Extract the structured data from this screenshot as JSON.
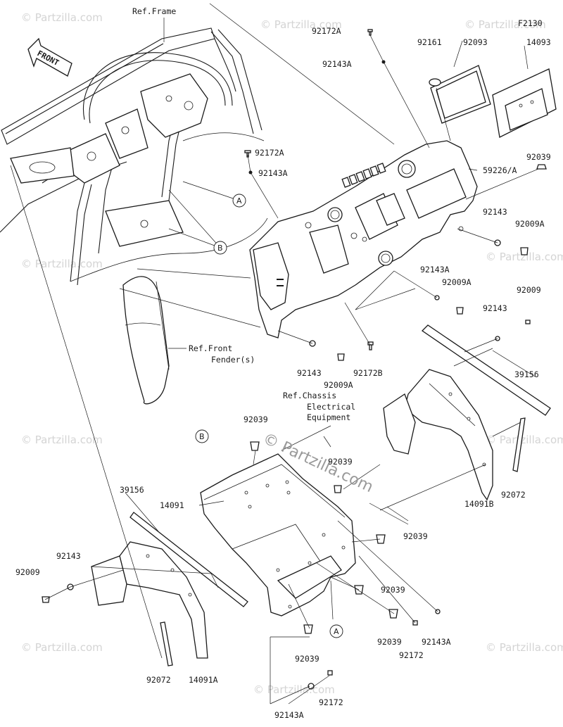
{
  "diagram_code": "F2130",
  "watermark_text": "© Partzilla.com",
  "center_watermark": "© Partzilla.com",
  "front_arrow_label": "FRONT",
  "references": {
    "frame": "Ref.Frame",
    "front_fender_line1": "Ref.Front",
    "front_fender_line2": "Fender(s)",
    "chassis_line1": "Ref.Chassis",
    "chassis_line2": "Electrical",
    "chassis_line3": "Equipment"
  },
  "callouts": {
    "a": "A",
    "b": "B"
  },
  "part_labels": {
    "p92172A_top": "92172A",
    "p92143A_top": "92143A",
    "p92161": "92161",
    "p92093": "92093",
    "p14093": "14093",
    "p92172A_mid": "92172A",
    "p92143A_mid": "92143A",
    "p92039_right": "92039",
    "p59226": "59226/A",
    "p92143_right": "92143",
    "p92009A_right": "92009A",
    "p92143A_center": "92143A",
    "p92009A_center": "92009A",
    "p92143_dash": "92143",
    "p92009_right": "92009",
    "p92143_lower": "92143",
    "p92009A_lower": "92009A",
    "p92172B": "92172B",
    "p39156_right": "39156",
    "p92039_top": "92039",
    "p92039_chassis": "92039",
    "p14091": "14091",
    "p39156_left": "39156",
    "p92039_side": "92039",
    "p92072_right": "92072",
    "p14091B": "14091B",
    "p92143_left": "92143",
    "p92009_left": "92009",
    "p92039_lowerright": "92039",
    "p92039_bottom1": "92039",
    "p92143A_bottomright": "92143A",
    "p92172_bottomright": "92172",
    "p92039_bottom2": "92039",
    "p92072_left": "92072",
    "p14091A": "14091A",
    "p92172_bottom": "92172",
    "p92143A_bottom": "92143A"
  }
}
